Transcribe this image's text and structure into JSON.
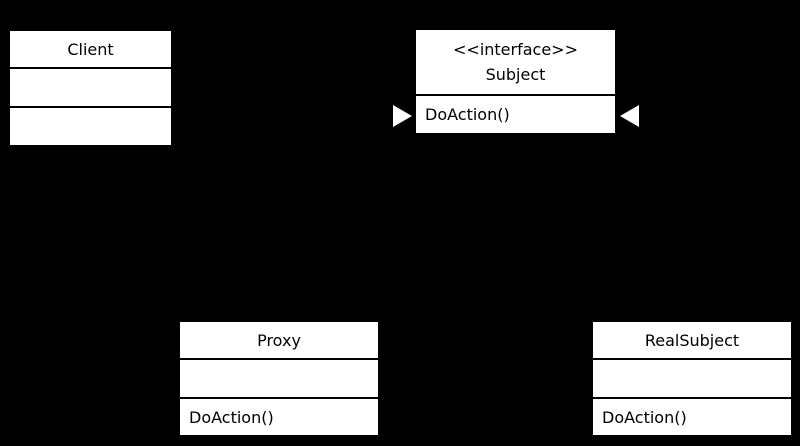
{
  "colors": {
    "background": "#000000",
    "box_fill": "#ffffff",
    "box_border": "#000000",
    "box_text": "#000000",
    "arrowhead": "#ffffff"
  },
  "classes": {
    "client": {
      "title": "Client",
      "attributes": "",
      "methods": ""
    },
    "subject": {
      "stereotype": "<<interface>>",
      "title": "Subject",
      "methods": "DoAction()"
    },
    "proxy": {
      "title": "Proxy",
      "attributes": "",
      "methods": "DoAction()"
    },
    "real_subject": {
      "title": "RealSubject",
      "attributes": "",
      "methods": "DoAction()"
    }
  },
  "arrowheads": {
    "left_of_subject": "triangle-right",
    "right_of_subject": "triangle-left"
  }
}
